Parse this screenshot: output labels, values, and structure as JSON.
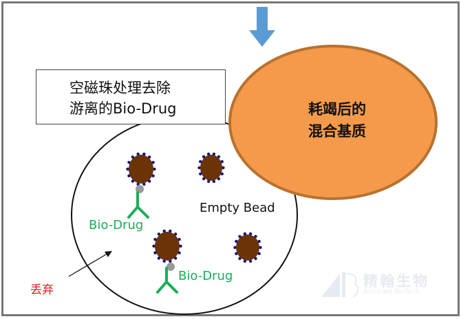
{
  "diagram": {
    "note_box": {
      "line1": "空磁珠处理去除",
      "line2": "游离的Bio-Drug"
    },
    "orange_ellipse": {
      "line1": "耗竭后的",
      "line2": "混合基质",
      "fill_color": "#f59a4a",
      "border_color": "#b8722e"
    },
    "down_arrow_color": "#5b9bd5",
    "labels": {
      "empty_bead": "Empty Bead",
      "bio_drug_1": "Bio-Drug",
      "bio_drug_2": "Bio-Drug",
      "discard": "丢弃"
    },
    "colors": {
      "bead_fill": "#6b3306",
      "bead_dots": "#16167a",
      "antibody": "#1aae56",
      "linker": "#9a9a9a",
      "discard_text": "#e21a1a"
    },
    "watermark": {
      "cn": "精翰生物",
      "en": "Accurant BioTech"
    }
  }
}
